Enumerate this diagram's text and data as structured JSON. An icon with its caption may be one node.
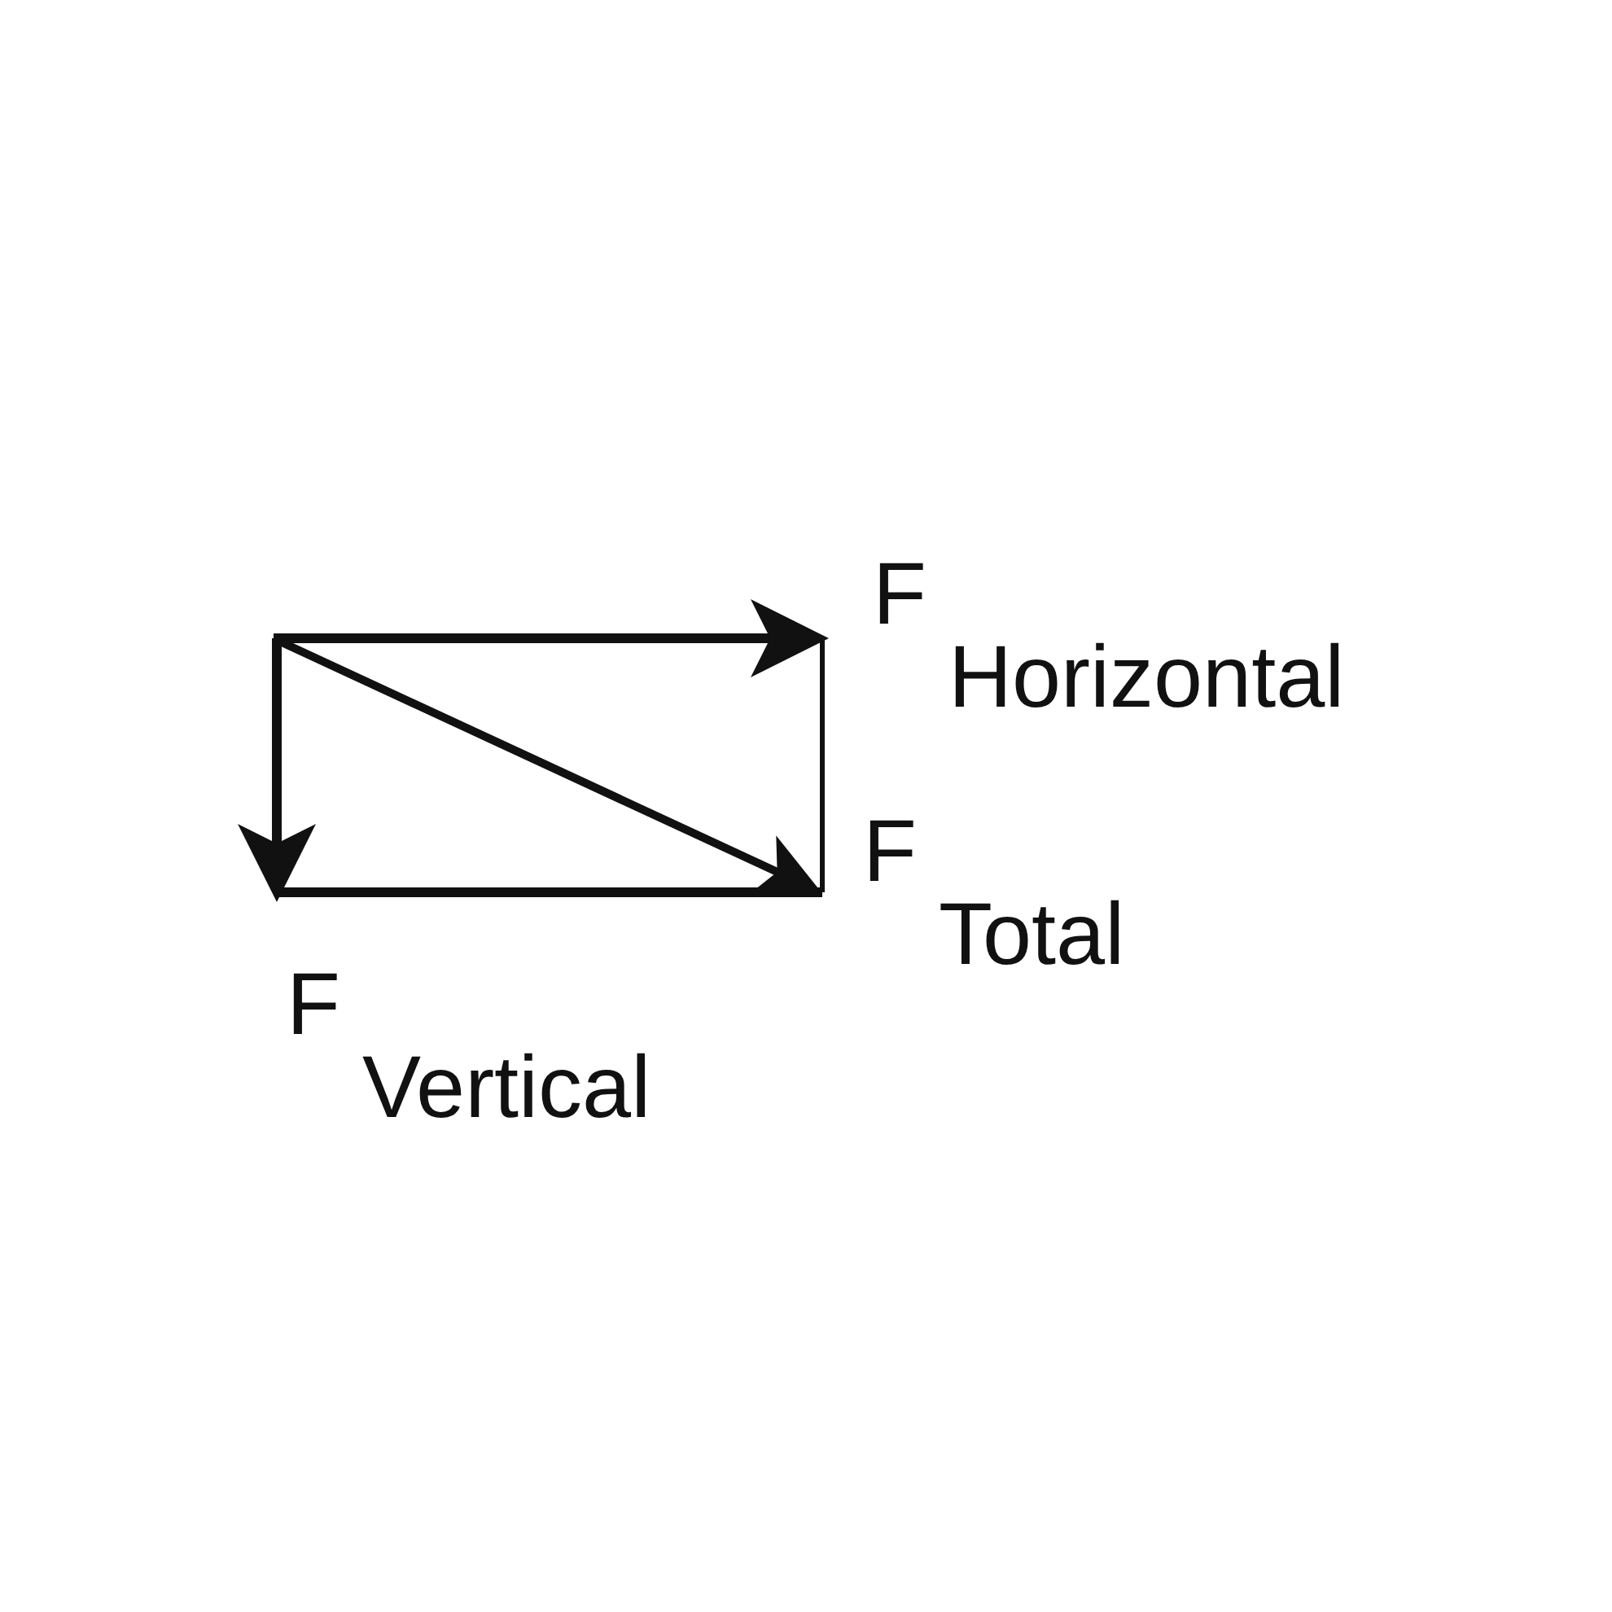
{
  "diagram": {
    "labels": [
      "F$_{Horizontal}$",
      "F$_{Total}$",
      "F$_{Vertical}$"
    ]
  }
}
